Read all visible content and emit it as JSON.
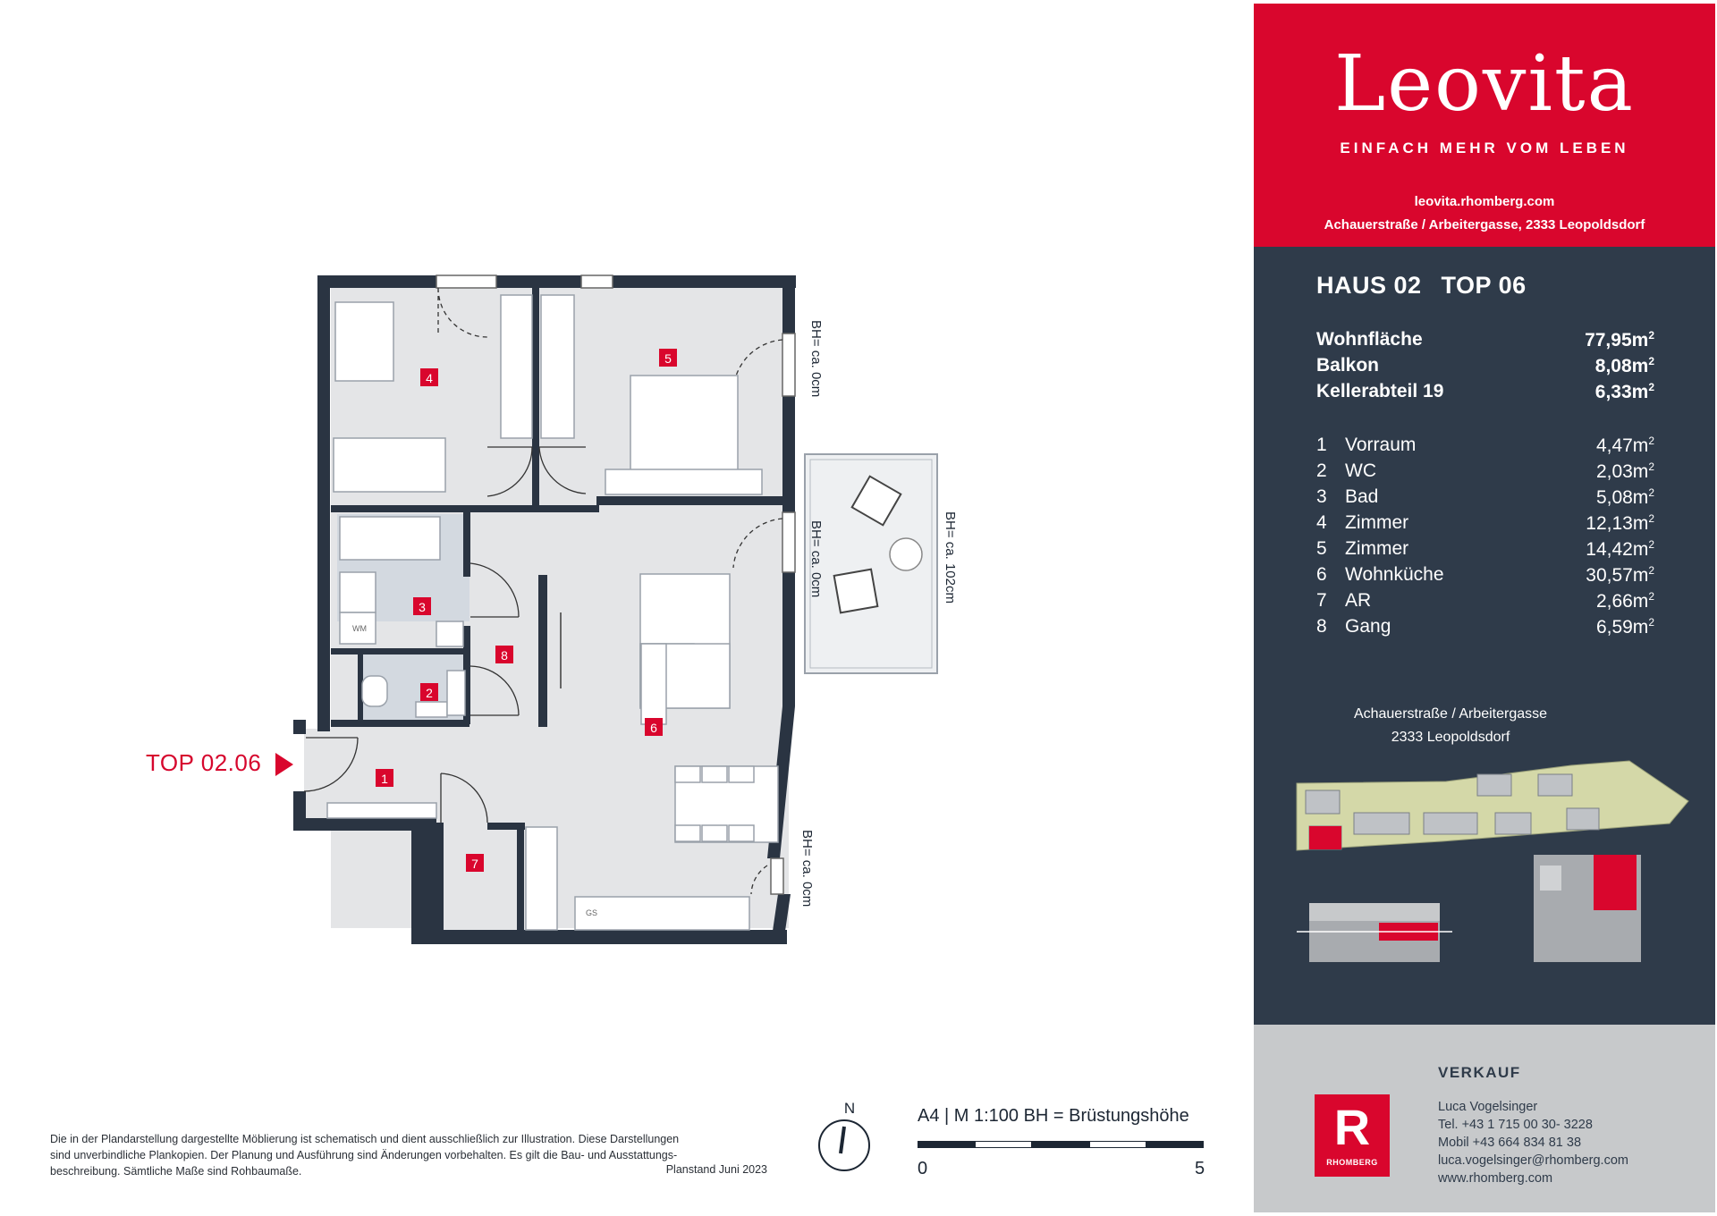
{
  "brand": {
    "logo": "Leovita",
    "tagline": "EINFACH MEHR VOM LEBEN",
    "website": "leovita.rhomberg.com",
    "address": "Achauerstraße / Arbeitergasse, 2333 Leopoldsdorf"
  },
  "unit": {
    "haus": "HAUS 02",
    "top": "TOP 06",
    "summary": [
      {
        "label": "Wohnfläche",
        "value": "77,95m",
        "unit_sup": "2"
      },
      {
        "label": "Balkon",
        "value": "8,08m",
        "unit_sup": "2"
      },
      {
        "label": "Kellerabteil 19",
        "value": "6,33m",
        "unit_sup": "2"
      }
    ],
    "rooms": [
      {
        "nr": "1",
        "name": "Vorraum",
        "area": "4,47m",
        "unit_sup": "2"
      },
      {
        "nr": "2",
        "name": "WC",
        "area": "2,03m",
        "unit_sup": "2"
      },
      {
        "nr": "3",
        "name": "Bad",
        "area": "5,08m",
        "unit_sup": "2"
      },
      {
        "nr": "4",
        "name": "Zimmer",
        "area": "12,13m",
        "unit_sup": "2"
      },
      {
        "nr": "5",
        "name": "Zimmer",
        "area": "14,42m",
        "unit_sup": "2"
      },
      {
        "nr": "6",
        "name": "Wohnküche",
        "area": "30,57m",
        "unit_sup": "2"
      },
      {
        "nr": "7",
        "name": "AR",
        "area": "2,66m",
        "unit_sup": "2"
      },
      {
        "nr": "8",
        "name": "Gang",
        "area": "6,59m",
        "unit_sup": "2"
      }
    ]
  },
  "location": {
    "street": "Achauerstraße / Arbeitergasse",
    "city": "2333 Leopoldsdorf",
    "north": "N"
  },
  "plan": {
    "entrance_label": "TOP 02.06",
    "room_tags": [
      "1",
      "2",
      "3",
      "4",
      "5",
      "6",
      "7",
      "8"
    ],
    "bh_labels": [
      "BH= ca. 0cm",
      "BH= ca. 0cm",
      "BH= ca. 102cm",
      "BH= ca. 0cm"
    ],
    "appliance_labels": [
      "WM",
      "GS"
    ],
    "north": "N"
  },
  "scale": {
    "text": "A4 | M 1:100   BH = Brüstungshöhe",
    "start": "0",
    "end": "5"
  },
  "disclaimer": {
    "lines": [
      "Die in der Plandarstellung dargestellte Möblierung ist schematisch und dient ausschließlich zur Illustration. Diese Darstellungen",
      "sind unverbindliche Plankopien. Der Planung und Ausführung sind Änderungen vorbehalten. Es gilt die Bau- und Ausstattungs-",
      "beschreibung. Sämtliche Maße sind Rohbaumaße."
    ],
    "planstand": "Planstand Juni 2023"
  },
  "sales": {
    "heading": "VERKAUF",
    "name": "Luca Vogelsinger",
    "tel": "Tel. +43 1 715 00 30- 3228",
    "mobil": "Mobil +43 664 834 81 38",
    "email": "luca.vogelsinger@rhomberg.com",
    "web": "www.rhomberg.com",
    "logo_letter": "R",
    "logo_name": "RHOMBERG"
  },
  "colors": {
    "brand_red": "#d9062d",
    "panel_dark": "#2f3b4a",
    "panel_grey": "#c7c9cb",
    "wall": "#2a3442",
    "floor": "#e4e5e7",
    "wet_floor": "#d3d9e0",
    "site_green": "#d4d8a8"
  }
}
